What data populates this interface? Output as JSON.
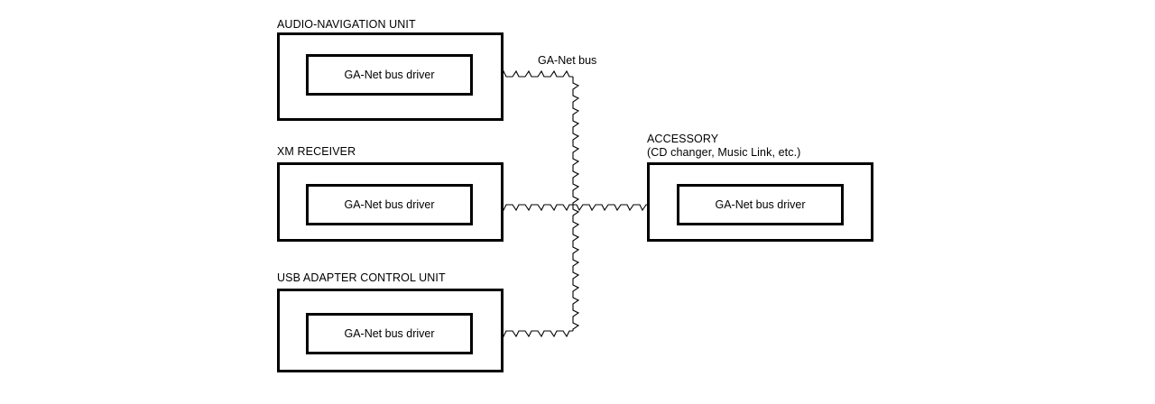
{
  "diagram": {
    "title_label": "GA-Net bus",
    "driver_label": "GA-Net bus driver",
    "units": [
      {
        "id": "audio-navigation-unit",
        "title": "AUDIO-NAVIGATION UNIT",
        "subtitle": "",
        "driver": "GA-Net bus driver"
      },
      {
        "id": "xm-receiver",
        "title": "XM RECEIVER",
        "subtitle": "",
        "driver": "GA-Net bus driver"
      },
      {
        "id": "usb-adapter-control-unit",
        "title": "USB ADAPTER CONTROL UNIT",
        "subtitle": "",
        "driver": "GA-Net bus driver"
      },
      {
        "id": "accessory",
        "title": "ACCESSORY",
        "subtitle": "(CD changer, Music Link, etc.)",
        "driver": "GA-Net bus driver"
      }
    ],
    "colors": {
      "line": "#000000",
      "background": "#ffffff",
      "text": "#000000"
    }
  }
}
